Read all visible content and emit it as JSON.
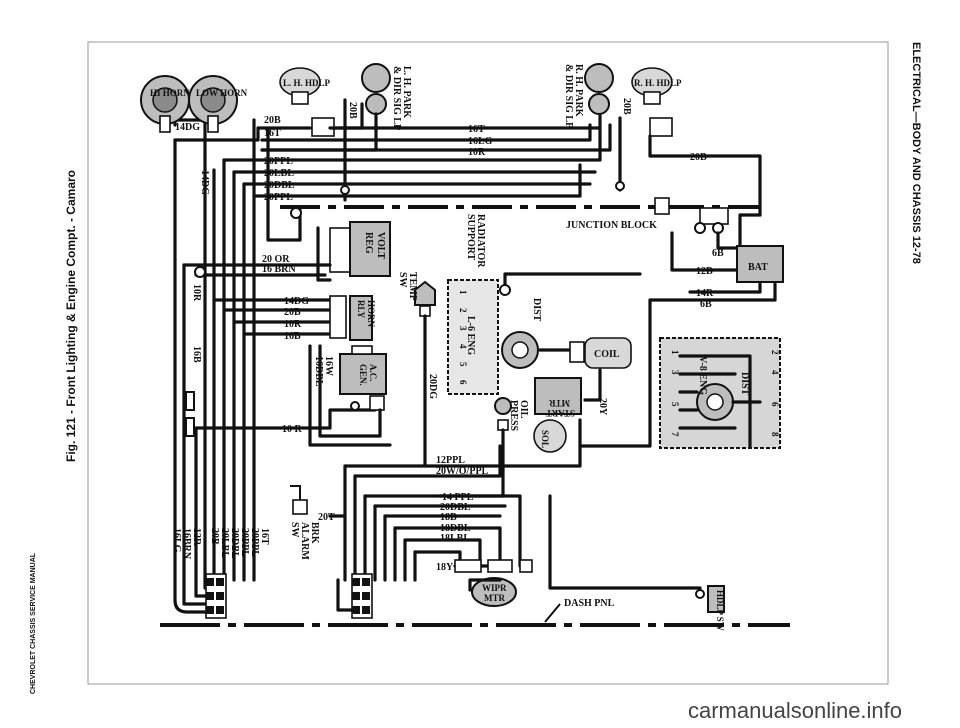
{
  "page": {
    "header_title": "ELECTRICAL—BODY AND CHASSIS 12-78",
    "figure_caption": "Fig. 121 - Front Lighting & Engine Compt. - Camaro",
    "manual_name": "CHEVROLET CHASSIS SERVICE MANUAL",
    "watermark": "carmanualsonline.info"
  },
  "components": {
    "hi_horn": "HI HORN",
    "low_horn": "LOW HORN",
    "lh_hdlp": "L. H. HDLP",
    "lh_park": "L. H. PARK",
    "lh_dir": "& DIR SIG LP",
    "rh_park": "R. H. PARK",
    "rh_dir": "& DIR SIG LP",
    "rh_hdlp": "R. H. HDLP",
    "radiator_support_1": "RADIATOR",
    "radiator_support_2": "SUPPORT",
    "junction_block": "JUNCTION BLOCK",
    "volt_reg_1": "VOLT",
    "volt_reg_2": "REG",
    "horn_relay_1": "HORN",
    "horn_relay_2": "RLY",
    "temp_sw_1": "TEMP",
    "temp_sw_2": "SW",
    "l6_eng": "L-6 ENG",
    "dist_l6": "DIST",
    "coil": "COIL",
    "ac_gen_1": "A.C.",
    "ac_gen_2": "GEN.",
    "oil_press_1": "OIL",
    "oil_press_2": "PRESS",
    "start_mtr_1": "START",
    "start_mtr_2": "MTR",
    "sol": "SOL",
    "bat": "BAT",
    "v8_eng": "V-8 ENG",
    "dist_v8": "DIST",
    "brk_alarm_1": "BRK",
    "brk_alarm_2": "ALARM",
    "brk_alarm_3": "SW",
    "wipr_mtr_1": "WIPR",
    "wipr_mtr_2": "MTR",
    "dash_pnl": "DASH PNL",
    "hdlp_sw": "HDLP SW"
  },
  "wire_labels": {
    "w_14dg_left": "14DG",
    "w_14dg_vert": "14DG",
    "w_20b_a": "20B",
    "w_16t_a": "16T",
    "w_20b_vert_l": "20B",
    "w_16t_b": "16T",
    "w_16lg": "16LG",
    "w_10r_a": "10R",
    "w_20b_vert_r": "20B",
    "w_20b_right": "20B",
    "w_20ppl_a": "20PPL",
    "w_20lbl": "20LBL",
    "w_20dbl": "20DBL",
    "w_20ppl_b": "20PPL",
    "w_20or": "20 OR",
    "w_16brn": "16 BRN",
    "w_10r_vert": "10R",
    "w_16b_vert": "16B",
    "w_14dg_mid": "14DG",
    "w_20b_mid": "20B",
    "w_10r_mid": "10R",
    "w_16b_mid": "16B",
    "w_16w": "16W",
    "w_16dbl": "16DBL",
    "w_20dg": "20DG",
    "w_10r_low": "10 R",
    "w_6b_a": "6B",
    "w_12b": "12B",
    "w_14r": "14R",
    "w_6b_b": "6B",
    "w_20y": "20Y",
    "w_12ppl": "12PPL",
    "w_20wopl": "20W/O/PPL",
    "w_20t": "20T",
    "w_14ppl": "14 PPL",
    "w_20dbl_low": "20DBL",
    "w_18b": "18B",
    "w_18dbl": "18DBL",
    "w_18lbl": "18LBL",
    "w_18y": "18Y"
  },
  "bundle_labels": [
    "16T",
    "20PPL",
    "20PPL",
    "20DBL",
    "20LBL",
    "20B",
    "12R",
    "16BRN",
    "16LG"
  ],
  "v8_terminals": [
    "1",
    "2",
    "3",
    "4",
    "5",
    "6",
    "7",
    "8"
  ],
  "l6_terminals": [
    "1",
    "2",
    "3",
    "4",
    "5",
    "6"
  ]
}
